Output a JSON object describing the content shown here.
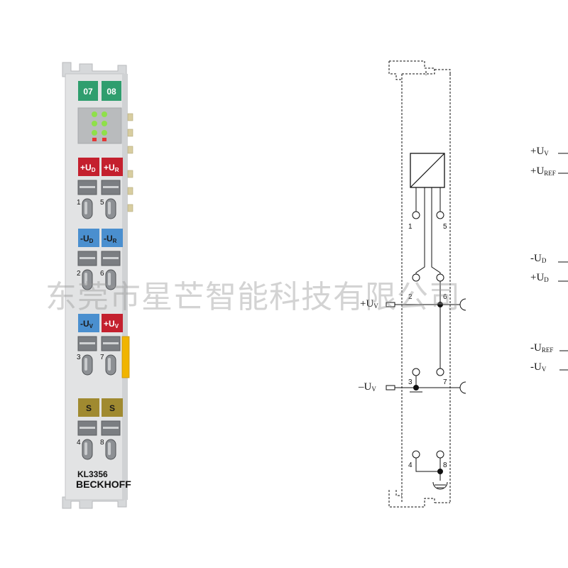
{
  "terminal": {
    "top_tags": [
      "07",
      "08"
    ],
    "row1_tags": [
      "+U",
      "D",
      "+U",
      "R"
    ],
    "row2_tags": [
      "-U",
      "D",
      "-U",
      "R"
    ],
    "row3_tags": [
      "-U",
      "V",
      "+U",
      "V"
    ],
    "row4_tags": [
      "S",
      "S"
    ],
    "pin_numbers": [
      "1",
      "5",
      "2",
      "6",
      "3",
      "7",
      "4",
      "8"
    ],
    "model": "KL3356",
    "brand": "BECKHOFF",
    "colors": {
      "green": "#2f9e6e",
      "red": "#c4202e",
      "blue": "#4a8fcf",
      "olive": "#a08a30",
      "orange": "#f0b400",
      "body": "#e2e3e4"
    }
  },
  "schematic": {
    "pins": [
      "1",
      "5",
      "2",
      "6",
      "3",
      "7",
      "4",
      "8"
    ],
    "supply_pos": {
      "main": "+U",
      "sub": "V"
    },
    "supply_neg": {
      "main": "–U",
      "sub": "V"
    }
  },
  "legend": {
    "items": [
      {
        "main": "+U",
        "sub": "V"
      },
      {
        "main": "+U",
        "sub": "REF"
      },
      {
        "main": "-U",
        "sub": "D"
      },
      {
        "main": "+U",
        "sub": "D"
      },
      {
        "main": "-U",
        "sub": "REF"
      },
      {
        "main": "-U",
        "sub": "V"
      }
    ]
  },
  "watermark": "东莞市星芒智能科技有限公司"
}
